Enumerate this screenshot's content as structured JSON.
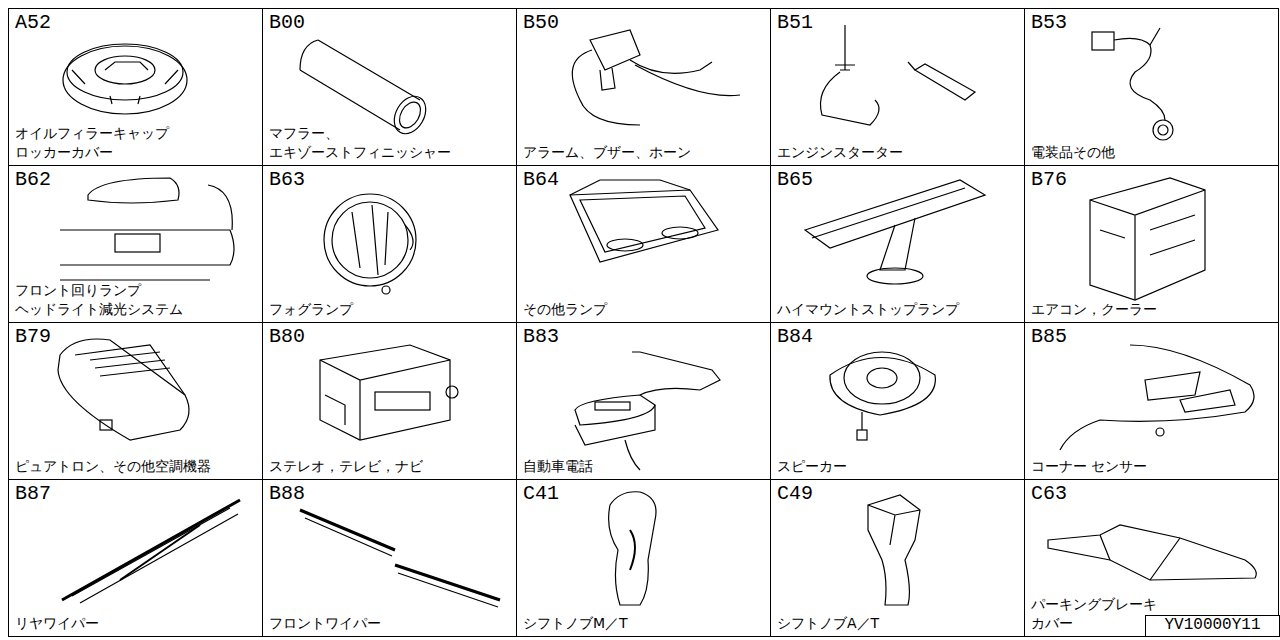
{
  "diagram": {
    "nodes": [
      {
        "text": [
          "A52",
          "オイルフィラーキャップ ロッカーカバー"
        ]
      },
      {
        "text": [
          "B00",
          "マフラー、 エキゾーストフィニッシャー"
        ]
      },
      {
        "text": [
          "B50",
          "アラーム、ブザー、ホーン"
        ]
      },
      {
        "text": [
          "B51",
          "エンジンスターター"
        ]
      },
      {
        "text": [
          "B53",
          "電装品その他"
        ]
      },
      {
        "text": [
          "B62",
          "フロント回りランプ ヘッドライト減光システム"
        ]
      },
      {
        "text": [
          "B63",
          "フォグランプ"
        ]
      },
      {
        "text": [
          "B64",
          "その他ランプ"
        ]
      },
      {
        "text": [
          "B65",
          "ハイマウントストップランプ"
        ]
      },
      {
        "text": [
          "B76",
          "エアコン，クーラー"
        ]
      },
      {
        "text": [
          "B79",
          "ピュアトロン、その他空調機器"
        ]
      },
      {
        "text": [
          "B80",
          "ステレオ，テレビ，ナビ"
        ]
      },
      {
        "text": [
          "B83",
          "自動車電話"
        ]
      },
      {
        "text": [
          "B84",
          "スピーカー"
        ]
      },
      {
        "text": [
          "B85",
          "コーナー センサー"
        ]
      },
      {
        "text": [
          "B87",
          "リヤワイパー"
        ]
      },
      {
        "text": [
          "B88",
          "フロントワイパー"
        ]
      },
      {
        "text": [
          "C41",
          "シフトノブM／T"
        ]
      },
      {
        "text": [
          "C49",
          "シフトノブA／T"
        ]
      },
      {
        "text": [
          "C63",
          "パーキングブレーキ カバー"
        ]
      },
      {
        "text": [
          "YV10000Y11"
        ],
        "in": 19
      }
    ]
  }
}
